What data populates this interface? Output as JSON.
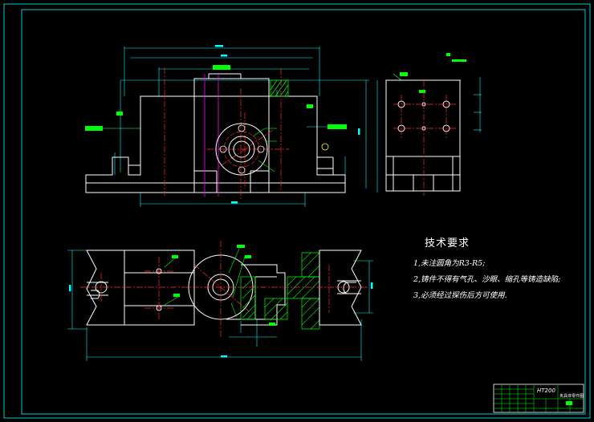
{
  "drawing": {
    "colors": {
      "background": "#000000",
      "outline": "#ffffff",
      "dimension": "#00ffff",
      "leader": "#00ff00",
      "centerline": "#ff2a2a",
      "construction": "#ff00ff",
      "hatch": "#00ff00",
      "highlight": "#ffff00"
    }
  },
  "technical_requirements": {
    "title": "技术要求",
    "items": [
      "1,未注圆角为R3-R5;",
      "2,铸件不得有气孔、沙眼、缩孔等铸造缺陷;",
      "3,必须经过探伤后方可使用."
    ]
  },
  "title_block": {
    "material": "HT200",
    "drawing_name": "夹具体零件图"
  }
}
